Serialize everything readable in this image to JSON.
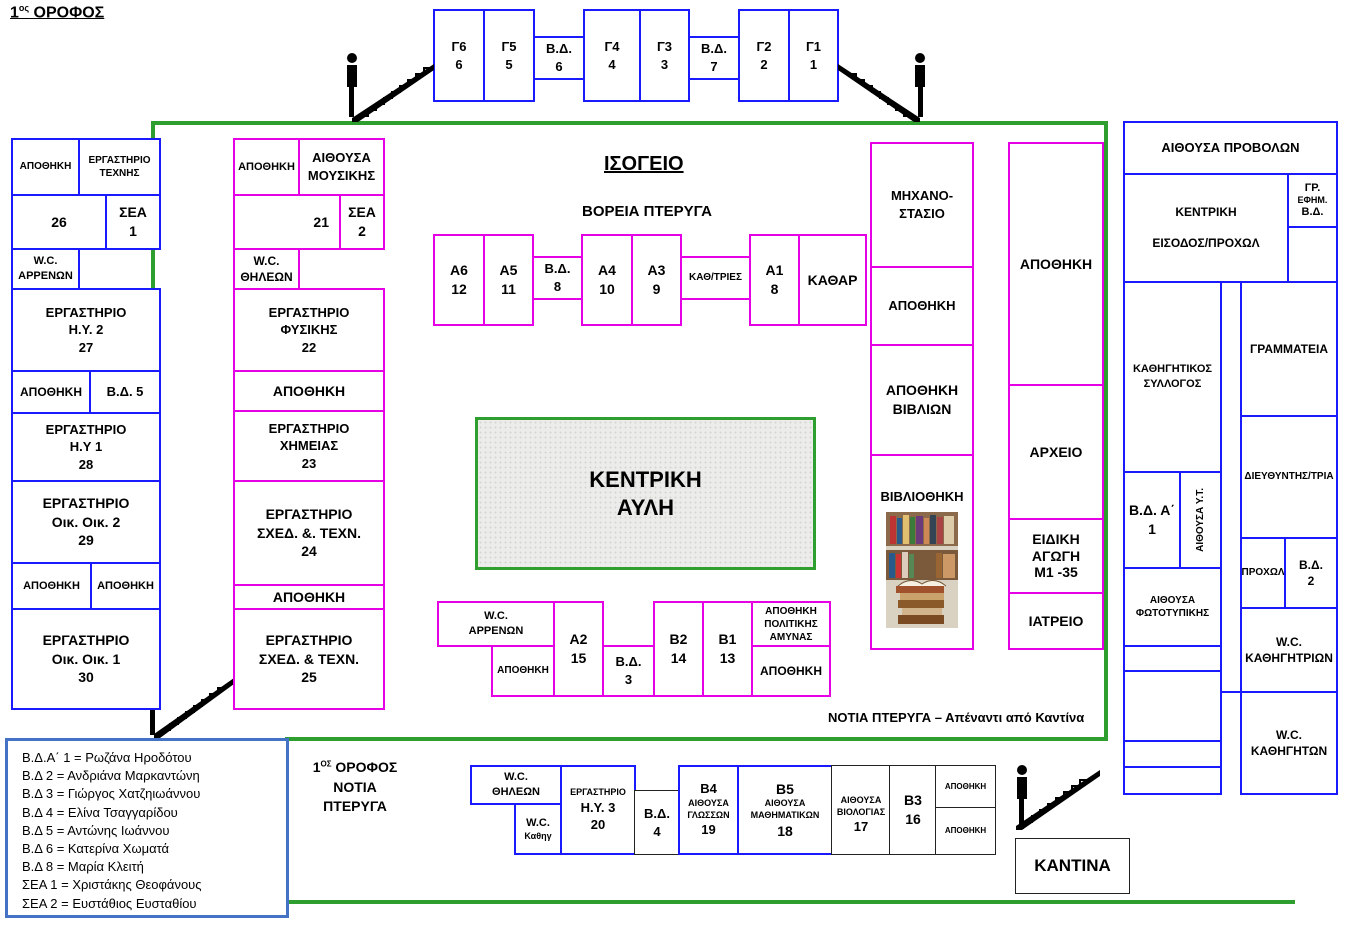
{
  "headings": {
    "first_floor": "1ος ΟΡΟΦΟΣ",
    "ground_floor": "ΙΣΟΓΕΙΟ",
    "north_wing": "ΒΟΡΕΙΑ ΠΤΕΡΥΓΑ",
    "south_wing": "ΝΟΤΙΑ ΠΤΕΡΥΓΑ – Απέναντι από Καντίνα",
    "first_floor_south": "1ος ΟΡΟΦΟΣ",
    "first_floor_south_2": "ΝΟΤΙΑ ΠΤΕΡΥΓΑ"
  },
  "courtyard": {
    "line1": "ΚΕΝΤΡΙΚΗ",
    "line2": "ΑΥΛΗ"
  },
  "canteen": "ΚΑΝΤΙΝΑ",
  "top_rooms": {
    "g6": [
      "Γ6",
      "6"
    ],
    "g5": [
      "Γ5",
      "5"
    ],
    "vd6": [
      "Β.Δ.",
      "6"
    ],
    "g4": [
      "Γ4",
      "4"
    ],
    "g3": [
      "Γ3",
      "3"
    ],
    "vd7": [
      "Β.Δ.",
      "7"
    ],
    "g2": [
      "Γ2",
      "2"
    ],
    "g1": [
      "Γ1",
      "1"
    ]
  },
  "left_col": {
    "apothiki_top": "ΑΠΟΘΗΚΗ",
    "art_lab": [
      "ΕΡΓΑΣΤΗΡΙΟ",
      "ΤΕΧΝΗΣ"
    ],
    "room26": "26",
    "sea1": [
      "ΣΕΑ",
      "1"
    ],
    "wc_men": [
      "W.C.",
      "ΑΡΡΕΝΩΝ"
    ],
    "lab27": [
      "ΕΡΓΑΣΤΗΡΙΟ",
      "Η.Υ. 2",
      "27"
    ],
    "apothiki_vd5": "ΑΠΟΘΗΚΗ",
    "vd5": "Β.Δ. 5",
    "lab28": [
      "ΕΡΓΑΣΤΗΡΙΟ",
      "Η.Υ 1",
      "28"
    ],
    "lab29": [
      "ΕΡΓΑΣΤΗΡΙΟ",
      "Οικ. Οικ. 2",
      "29"
    ],
    "apothiki_a": "ΑΠΟΘΗΚΗ",
    "apothiki_b": "ΑΠΟΘΗΚΗ",
    "lab30": [
      "ΕΡΓΑΣΤΗΡΙΟ",
      "Οικ. Οικ. 1",
      "30"
    ]
  },
  "second_col": {
    "apothiki": "ΑΠΟΘΗΚΗ",
    "music": [
      "ΑΙΘΟΥΣΑ",
      "ΜΟΥΣΙΚΗΣ"
    ],
    "room21": "21",
    "sea2": [
      "ΣΕΑ",
      "2"
    ],
    "wc_women": [
      "W.C.",
      "ΘΗΛΕΩΝ"
    ],
    "physics": [
      "ΕΡΓΑΣΤΗΡΙΟ",
      "ΦΥΣΙΚΗΣ",
      "22"
    ],
    "apothiki2": "ΑΠΟΘΗΚΗ",
    "chemistry": [
      "ΕΡΓΑΣΤΗΡΙΟ",
      "ΧΗΜΕΙΑΣ",
      "23"
    ],
    "design24": [
      "ΕΡΓΑΣΤΗΡΙΟ",
      "ΣΧΕΔ. &. ΤΕΧΝ.",
      "24"
    ],
    "apothiki3": "ΑΠΟΘΗΚΗ",
    "design25": [
      "ΕΡΓΑΣΤΗΡΙΟ",
      "ΣΧΕΔ. &  ΤΕΧΝ.",
      "25"
    ]
  },
  "north_rooms": {
    "a6": [
      "Α6",
      "12"
    ],
    "a5": [
      "Α5",
      "11"
    ],
    "vd8": [
      "Β.Δ.",
      "8"
    ],
    "a4": [
      "Α4",
      "10"
    ],
    "a3": [
      "Α3",
      "9"
    ],
    "cleaners": "ΚΑΘ/ΤΡΙΕΣ",
    "a1": [
      "Α1",
      "8"
    ],
    "kathar": "ΚΑΘΑΡ"
  },
  "south_rooms": {
    "wc_men": [
      "W.C.",
      "ΑΡΡΕΝΩΝ"
    ],
    "apothiki": "ΑΠΟΘΗΚΗ",
    "a2": [
      "Α2",
      "15"
    ],
    "vd3": [
      "Β.Δ.",
      "3"
    ],
    "b2": [
      "Β2",
      "14"
    ],
    "b1": [
      "Β1",
      "13"
    ],
    "defense": [
      "ΑΠΟΘΗΚΗ",
      "ΠΟΛΙΤΙΚΗΣ",
      "ΑΜΥΝΑΣ"
    ],
    "apothiki2": "ΑΠΟΘΗΚΗ"
  },
  "mid_right": {
    "engine": [
      "ΜΗΧΑΝΟ-",
      "ΣΤΑΣΙΟ"
    ],
    "apothiki": "ΑΠΟΘΗΚΗ",
    "books_store": [
      "ΑΠΟΘΗΚΗ",
      "ΒΙΒΛΙΩΝ"
    ],
    "library": "ΒΙΒΛΙΟΘΗΚΗ",
    "apothiki_tall": "ΑΠΟΘΗΚΗ",
    "archive": "ΑΡΧΕΙΟ",
    "special": [
      "ΕΙΔΙΚΗ",
      "ΑΓΩΓΗ",
      "Μ1 -35"
    ],
    "infirmary": "ΙΑΤΡΕΙΟ"
  },
  "right_block": {
    "projection": "ΑΙΘΟΥΣΑ ΠΡΟΒΟΛΩΝ",
    "entrance": [
      "ΚΕΝΤΡΙΚΗ",
      "ΕΙΣΟΔΟΣ/ΠΡΟΧΩΛ"
    ],
    "gr_efim": [
      "ΓΡ.",
      "ΕΦΗΜ.",
      "Β.Δ."
    ],
    "teachers_assoc": [
      "ΚΑΘΗΓΗΤΙΚΟΣ",
      "ΣΥΛΛΟΓΟΣ"
    ],
    "secretariat": "ΓΡΑΜΜΑΤΕΙΑ",
    "director": "ΔΙΕΥΘΥΝΤΗΣ/ΤΡΙΑ",
    "vda1": [
      "Β.Δ. Α΄",
      "1"
    ],
    "aithousa_yt": "ΑΙΘΟΥΣΑ Υ.Τ.",
    "procol": "ΠΡΟΧΩΛ",
    "vd2": [
      "Β.Δ.",
      "2"
    ],
    "photocopy": [
      "ΑΙΘΟΥΣΑ",
      "ΦΩΤΟΤΥΠΙΚΗΣ"
    ],
    "wc_teachers_f": [
      "W.C.",
      "ΚΑΘΗΓΗΤΡΙΩΝ"
    ],
    "wc_teachers_m": [
      "W.C.",
      "ΚΑΘΗΓΗΤΩΝ"
    ]
  },
  "bottom_rooms": {
    "wc_women": [
      "W.C.",
      "ΘΗΛΕΩΝ"
    ],
    "wc_teacher": [
      "W.C.",
      "Καθηγ"
    ],
    "lab20": [
      "ΕΡΓΑΣΤΗΡΙΟ",
      "Η.Υ. 3",
      "20"
    ],
    "vd4": [
      "Β.Δ.",
      "4"
    ],
    "b4": [
      "Β4",
      "ΑΙΘΟΥΣΑ",
      "ΓΛΩΣΣΩΝ",
      "19"
    ],
    "b5": [
      "Β5",
      "ΑΙΘΟΥΣΑ",
      "ΜΑΘΗΜΑΤΙΚΩΝ",
      "18"
    ],
    "bio": [
      "ΑΙΘΟΥΣΑ",
      "ΒΙΟΛΟΓΙΑΣ",
      "17"
    ],
    "b3": [
      "Β3",
      "16"
    ],
    "apothiki1": "ΑΠΟΘΗΚΗ",
    "apothiki2": "ΑΠΟΘΗΚΗ"
  },
  "legend": [
    "Β.Δ.Α΄ 1 =   Ρωζάνα Ηροδότου",
    "Β.Δ 2 =   Ανδριάνα Μαρκαντώνη",
    "Β.Δ 3 =   Γιώργος Χατζηιωάννου",
    "Β.Δ 4 =   Ελίνα Τσαγγαρίδου",
    "Β.Δ 5 =   Αντώνης Ιωάννου",
    "Β.Δ 6 =   Κατερίνα Χωματά",
    "Β.Δ 8 =   Μαρία Κλειτή",
    "ΣΕΑ 1 =   Χριστάκης Θεοφάνους",
    "ΣΕΑ 2 =   Ευστάθιος Ευσταθίου"
  ],
  "colors": {
    "blue": "#1a1aff",
    "magenta": "#e600e6",
    "green": "#2e9e2e",
    "legend_border": "#4472c4"
  }
}
